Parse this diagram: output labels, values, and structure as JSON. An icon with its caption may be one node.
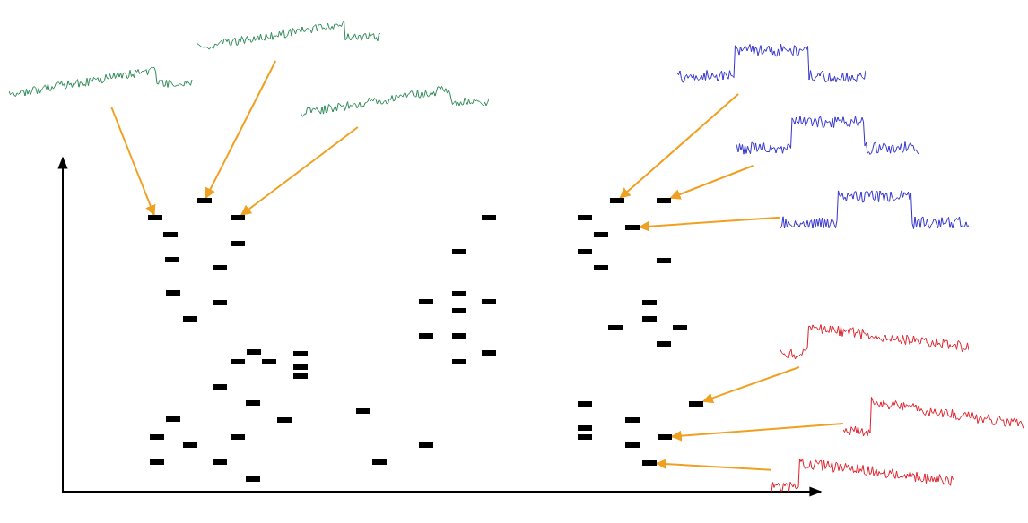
{
  "diagram": {
    "nodes": [
      {
        "text": [],
        "shape": "picture"
      },
      {
        "text": [],
        "shape": "picture"
      },
      {
        "text": [],
        "shape": "picture"
      },
      {
        "text": [],
        "shape": "picture"
      },
      {
        "text": [],
        "shape": "picture"
      },
      {
        "text": [],
        "shape": "picture"
      },
      {
        "text": [],
        "shape": "picture"
      },
      {
        "text": [],
        "shape": "picture"
      },
      {
        "text": [],
        "shape": "picture"
      },
      {
        "text": [],
        "shape": "bar"
      },
      {
        "text": [],
        "shape": "bar"
      },
      {
        "text": [],
        "shape": "bar"
      },
      {
        "text": [],
        "shape": "bar"
      },
      {
        "text": [],
        "shape": "bar"
      },
      {
        "text": [],
        "shape": "bar"
      },
      {
        "text": [],
        "shape": "bar"
      },
      {
        "text": [],
        "shape": "bar"
      },
      {
        "text": [],
        "shape": "bar"
      }
    ],
    "edges": [
      {
        "from": 0,
        "to": 9,
        "arrow": "to"
      },
      {
        "from": 1,
        "to": 10,
        "arrow": "to"
      },
      {
        "from": 2,
        "to": 11,
        "arrow": "to"
      },
      {
        "from": 3,
        "to": 12,
        "arrow": "to"
      },
      {
        "from": 4,
        "to": 13,
        "arrow": "to"
      },
      {
        "from": 5,
        "to": 14,
        "arrow": "to"
      },
      {
        "from": 6,
        "to": 15,
        "arrow": "to"
      },
      {
        "from": 7,
        "to": 16,
        "arrow": "to"
      },
      {
        "from": 8,
        "to": 17,
        "arrow": "to"
      }
    ]
  }
}
